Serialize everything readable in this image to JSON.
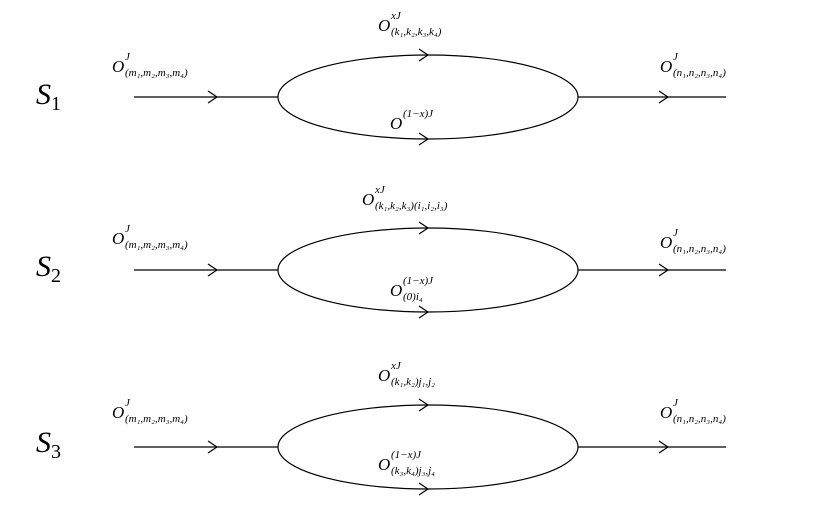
{
  "diagram": {
    "rows": [
      {
        "label": "S",
        "label_index": "1",
        "in_op": {
          "base": "O",
          "sup": "J",
          "sub": "(m₁,m₂,m₃,m₄)"
        },
        "top_op": {
          "base": "O",
          "sup": "xJ",
          "sub": "(k₁,k₂,k₃,k₄)"
        },
        "bot_op": {
          "base": "O",
          "sup": "(1−x)J",
          "sub": ""
        },
        "out_op": {
          "base": "O",
          "sup": "J",
          "sub": "(n₁,n₂,n₃,n₄)"
        }
      },
      {
        "label": "S",
        "label_index": "2",
        "in_op": {
          "base": "O",
          "sup": "J",
          "sub": "(m₁,m₂,m₃,m₄)"
        },
        "top_op": {
          "base": "O",
          "sup": "xJ",
          "sub": "(k₁,k₂,k₃)(i₁,i₂,i₃)"
        },
        "bot_op": {
          "base": "O",
          "sup": "(1−x)J",
          "sub": "(0)i₄"
        },
        "out_op": {
          "base": "O",
          "sup": "J",
          "sub": "(n₁,n₂,n₃,n₄)"
        }
      },
      {
        "label": "S",
        "label_index": "3",
        "in_op": {
          "base": "O",
          "sup": "J",
          "sub": "(m₁,m₂,m₃,m₄)"
        },
        "top_op": {
          "base": "O",
          "sup": "xJ",
          "sub": "(k₁,k₂)j₁,j₂"
        },
        "bot_op": {
          "base": "O",
          "sup": "(1−x)J",
          "sub": "(k₃,k₄)j₃,j₄"
        },
        "out_op": {
          "base": "O",
          "sup": "J",
          "sub": "(n₁,n₂,n₃,n₄)"
        }
      }
    ]
  }
}
